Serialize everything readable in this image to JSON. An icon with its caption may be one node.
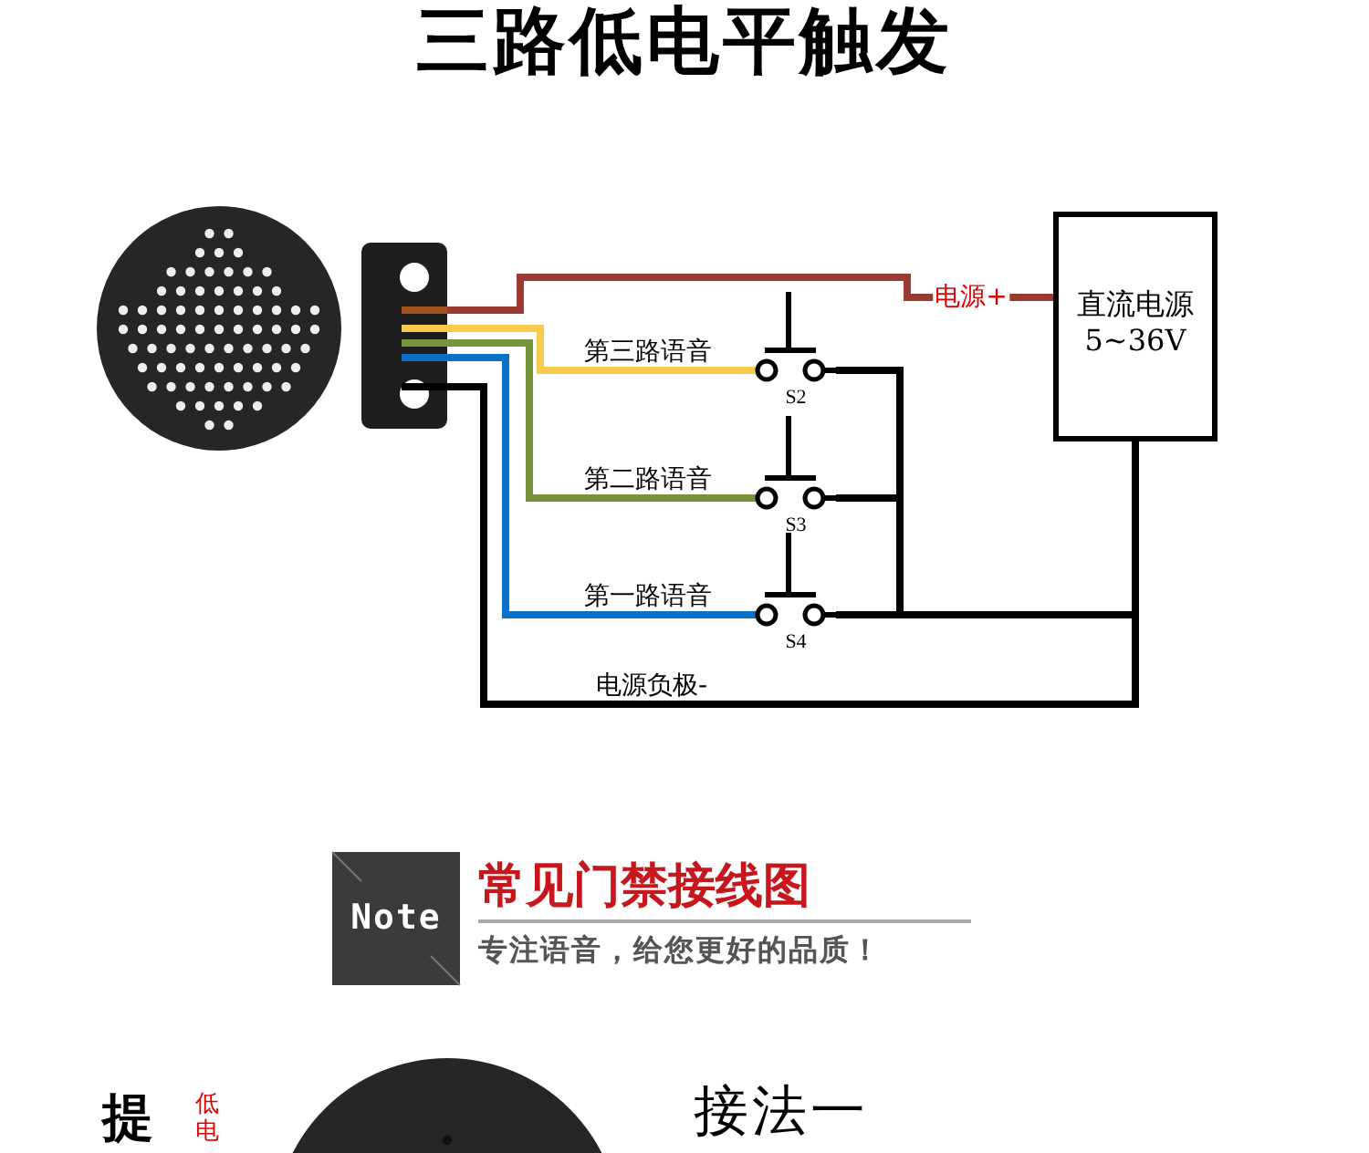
{
  "diagram": {
    "title": "三路低电平触发",
    "nodes": [
      {
        "text": [],
        "shape": "picture"
      },
      {
        "text": [
          "S2"
        ]
      },
      {
        "text": [
          "S3"
        ]
      },
      {
        "text": [
          "S4"
        ]
      },
      {
        "text": [
          "直流电源",
          "5~36V"
        ]
      },
      {
        "text": [
          "Note"
        ],
        "beside": [
          "常见门禁接线图",
          "专注语音，给您更好的品质！"
        ]
      }
    ],
    "edges": [
      {
        "from": 0,
        "to": 4,
        "arrow": "none",
        "label": "电源+",
        "color": "#9b3a32"
      },
      {
        "from": 0,
        "to": 1,
        "arrow": "none",
        "label": "第三路语音",
        "color": "#f7c94c"
      },
      {
        "from": 0,
        "to": 2,
        "arrow": "none",
        "label": "第二路语音",
        "color": "#76953a"
      },
      {
        "from": 0,
        "to": 3,
        "arrow": "none",
        "label": "第一路语音",
        "color": "#0a70c8"
      },
      {
        "from": 0,
        "to": 4,
        "arrow": "none",
        "label": "电源负极-"
      },
      {
        "from": 1,
        "to": 4,
        "arrow": "none"
      },
      {
        "from": 2,
        "to": 4,
        "arrow": "none"
      },
      {
        "from": 3,
        "to": 4,
        "arrow": "none"
      }
    ],
    "labels": [
      "提",
      "低电",
      "接法一"
    ]
  }
}
